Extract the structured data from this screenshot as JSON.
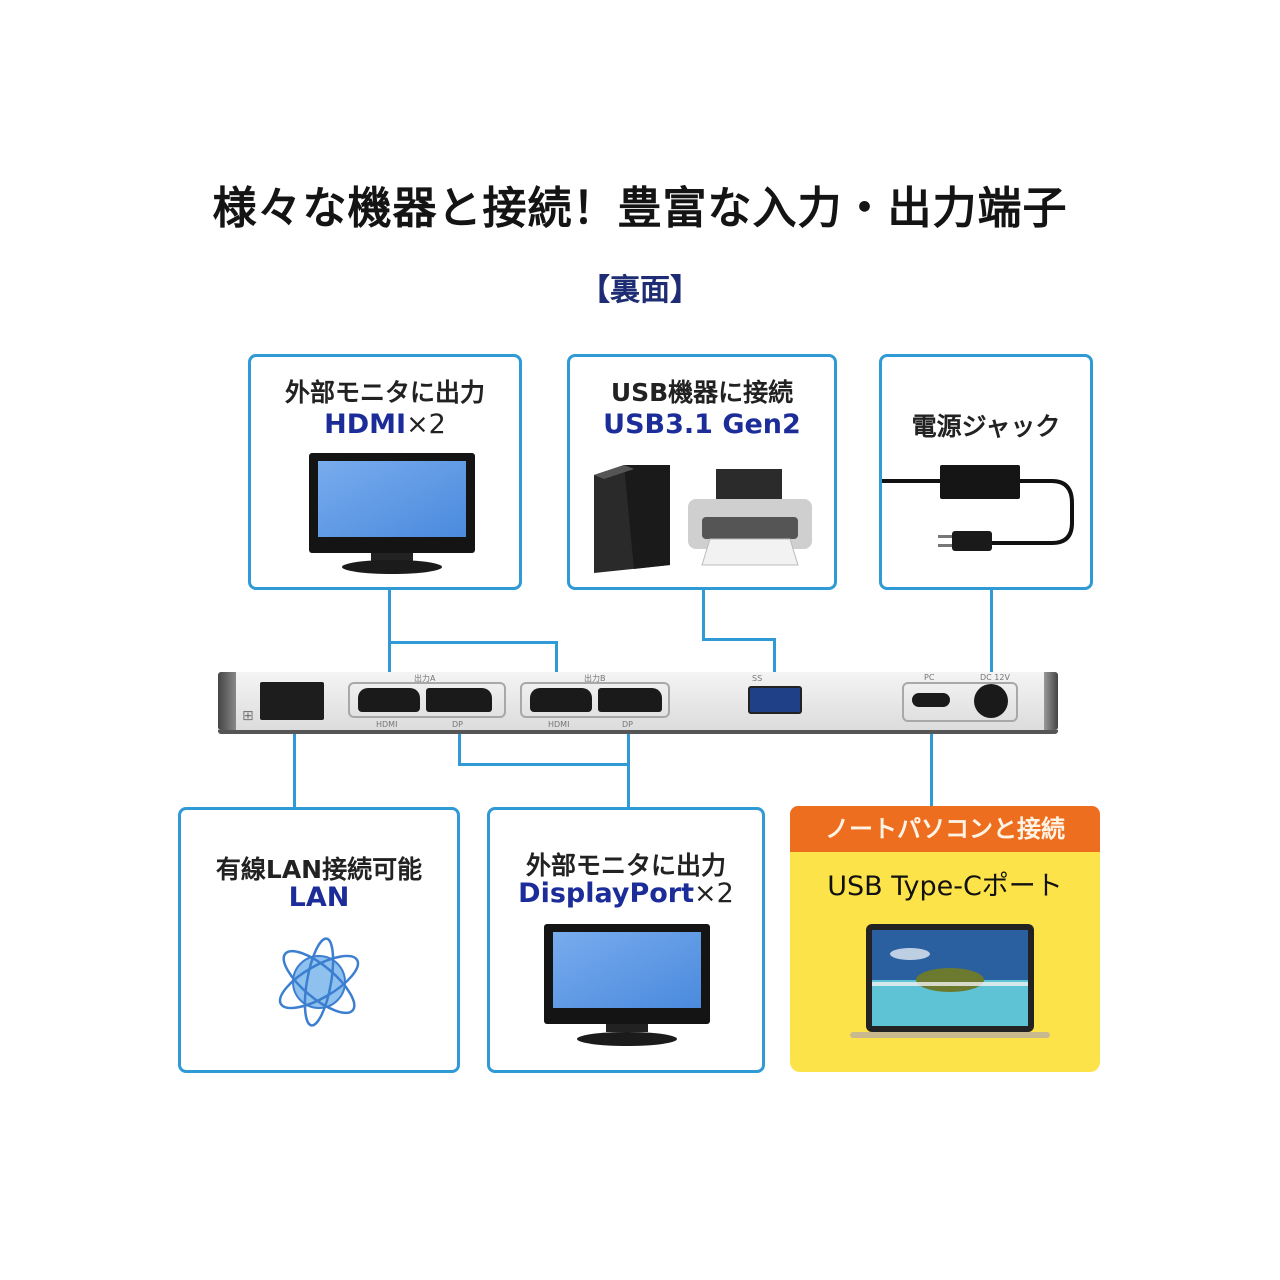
{
  "header": {
    "title": "様々な機器と接続！豊富な入力・出力端子",
    "subtitle": "【裏面】"
  },
  "colors": {
    "accent_line": "#2f9ad6",
    "highlight_text": "#1c2d9a",
    "laptop_box_bg": "#fde34a",
    "laptop_box_header": "#ee6e1f"
  },
  "boxes": {
    "hdmi": {
      "line1": "外部モニタに出力",
      "line2": "HDMI",
      "multiplier": "×2",
      "icon": "tv-monitor-icon"
    },
    "usb": {
      "line1": "USB機器に接続",
      "line2": "USB3.1 Gen2",
      "icons": [
        "external-hdd-icon",
        "printer-icon"
      ]
    },
    "power": {
      "line1": "電源ジャック",
      "icon": "ac-adapter-icon"
    },
    "lan": {
      "line1": "有線LAN接続可能",
      "line2": "LAN",
      "icon": "network-globe-icon"
    },
    "displayport": {
      "line1": "外部モニタに出力",
      "line2": "DisplayPort",
      "multiplier": "×2",
      "icon": "tv-monitor-icon"
    },
    "typec": {
      "header": "ノートパソコンと接続",
      "line1": "USB Type-Cポート",
      "icon": "laptop-icon"
    }
  },
  "device": {
    "port_labels": {
      "group_a": "出力A",
      "group_b": "出力B",
      "hdmi": "HDMI",
      "dp": "DP",
      "usb": "SS",
      "pc": "PC",
      "dc": "DC 12V"
    }
  }
}
